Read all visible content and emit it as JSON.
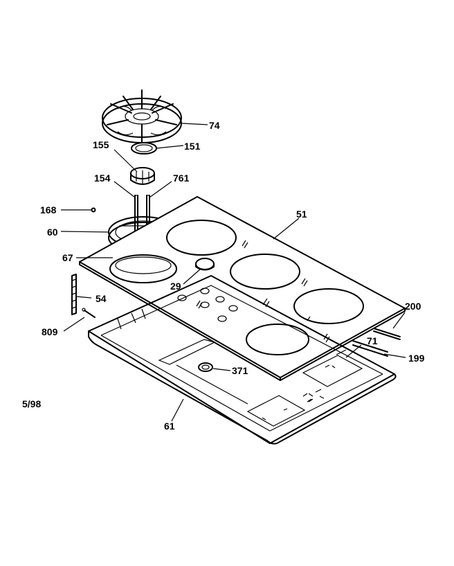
{
  "callouts": {
    "p74": "74",
    "p155": "155",
    "p151": "151",
    "p154": "154",
    "p761": "761",
    "p168": "168",
    "p51": "51",
    "p60": "60",
    "p67": "67",
    "p29": "29",
    "p54": "54",
    "p200": "200",
    "p809": "809",
    "p71": "71",
    "p199": "199",
    "p371": "371",
    "p61": "61"
  },
  "date_code": "5/98"
}
